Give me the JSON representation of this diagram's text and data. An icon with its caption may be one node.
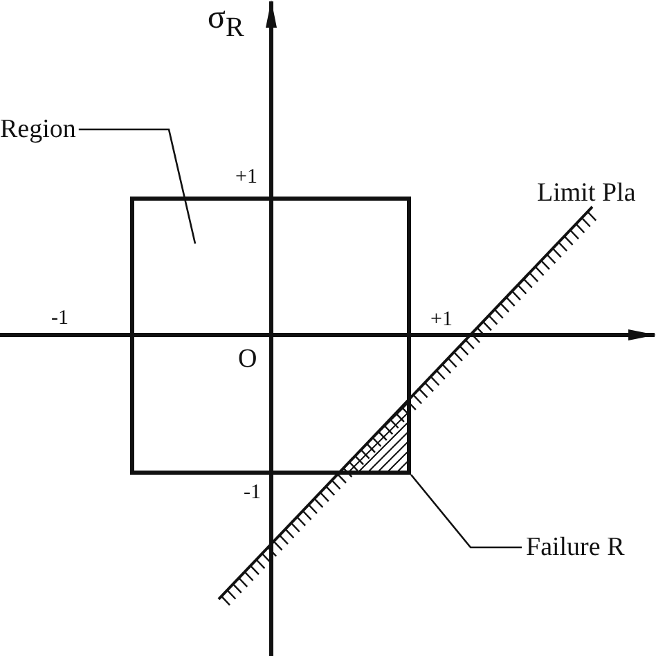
{
  "diagram": {
    "nodes": [
      {
        "text": [
          "Region"
        ]
      },
      {
        "text": [],
        "shape": "box"
      },
      {
        "text": [
          "Failure R"
        ]
      },
      {
        "text": [],
        "shape": "triangle",
        "in": 1
      }
    ],
    "edges": [
      {
        "from": 0,
        "to": 1,
        "arrow": "none"
      },
      {
        "from": 2,
        "to": 3,
        "arrow": "none"
      }
    ],
    "labels": [
      "σ$_{R}$",
      "+1",
      "Limit Pla",
      "-1",
      "+1",
      "O",
      "-1"
    ]
  }
}
